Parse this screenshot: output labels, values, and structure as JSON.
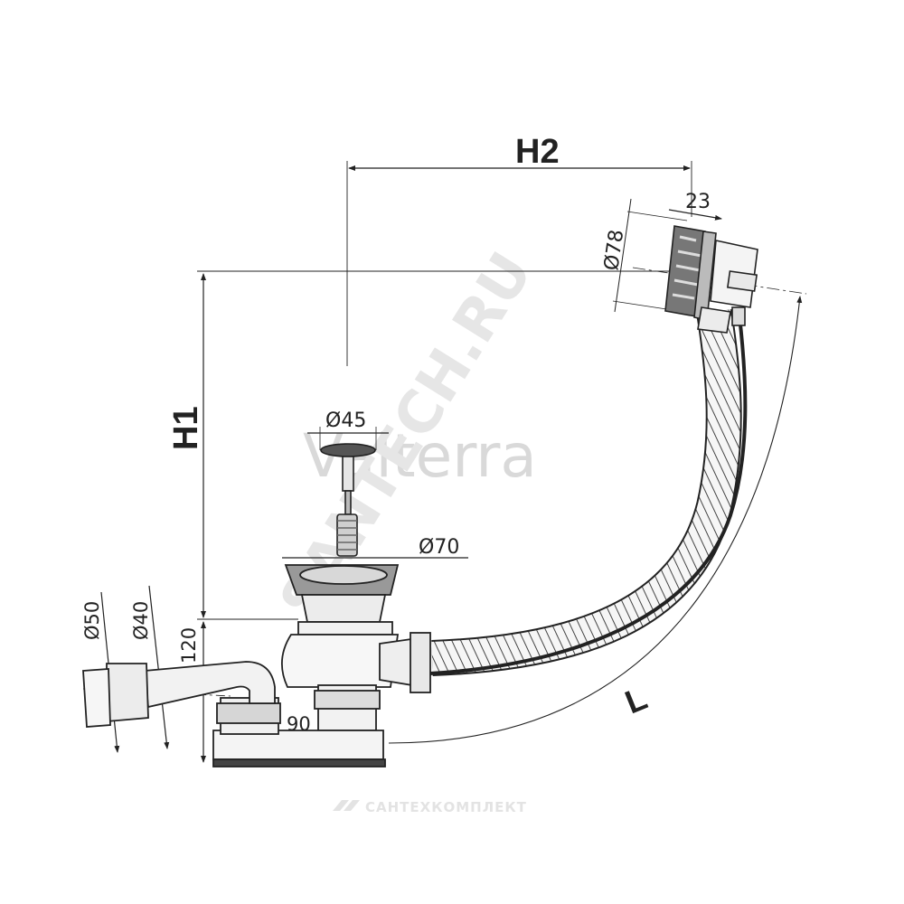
{
  "dimensions": {
    "h1": "H1",
    "h2": "H2",
    "l": "L",
    "overflow_depth": "23",
    "overflow_diameter": "Ø78",
    "plug_diameter": "Ø45",
    "drain_flange_diameter": "Ø70",
    "outlet_diameter_outer": "Ø50",
    "outlet_diameter_inner": "Ø40",
    "trap_height": "120",
    "trap_offset": "90"
  },
  "watermarks": {
    "brand": "Valterra",
    "site": "SANTECH.RU",
    "footer": "САНТЕХКОМПЛЕКТ"
  },
  "colors": {
    "line": "#222222",
    "watermark": "#e0e0e0"
  }
}
